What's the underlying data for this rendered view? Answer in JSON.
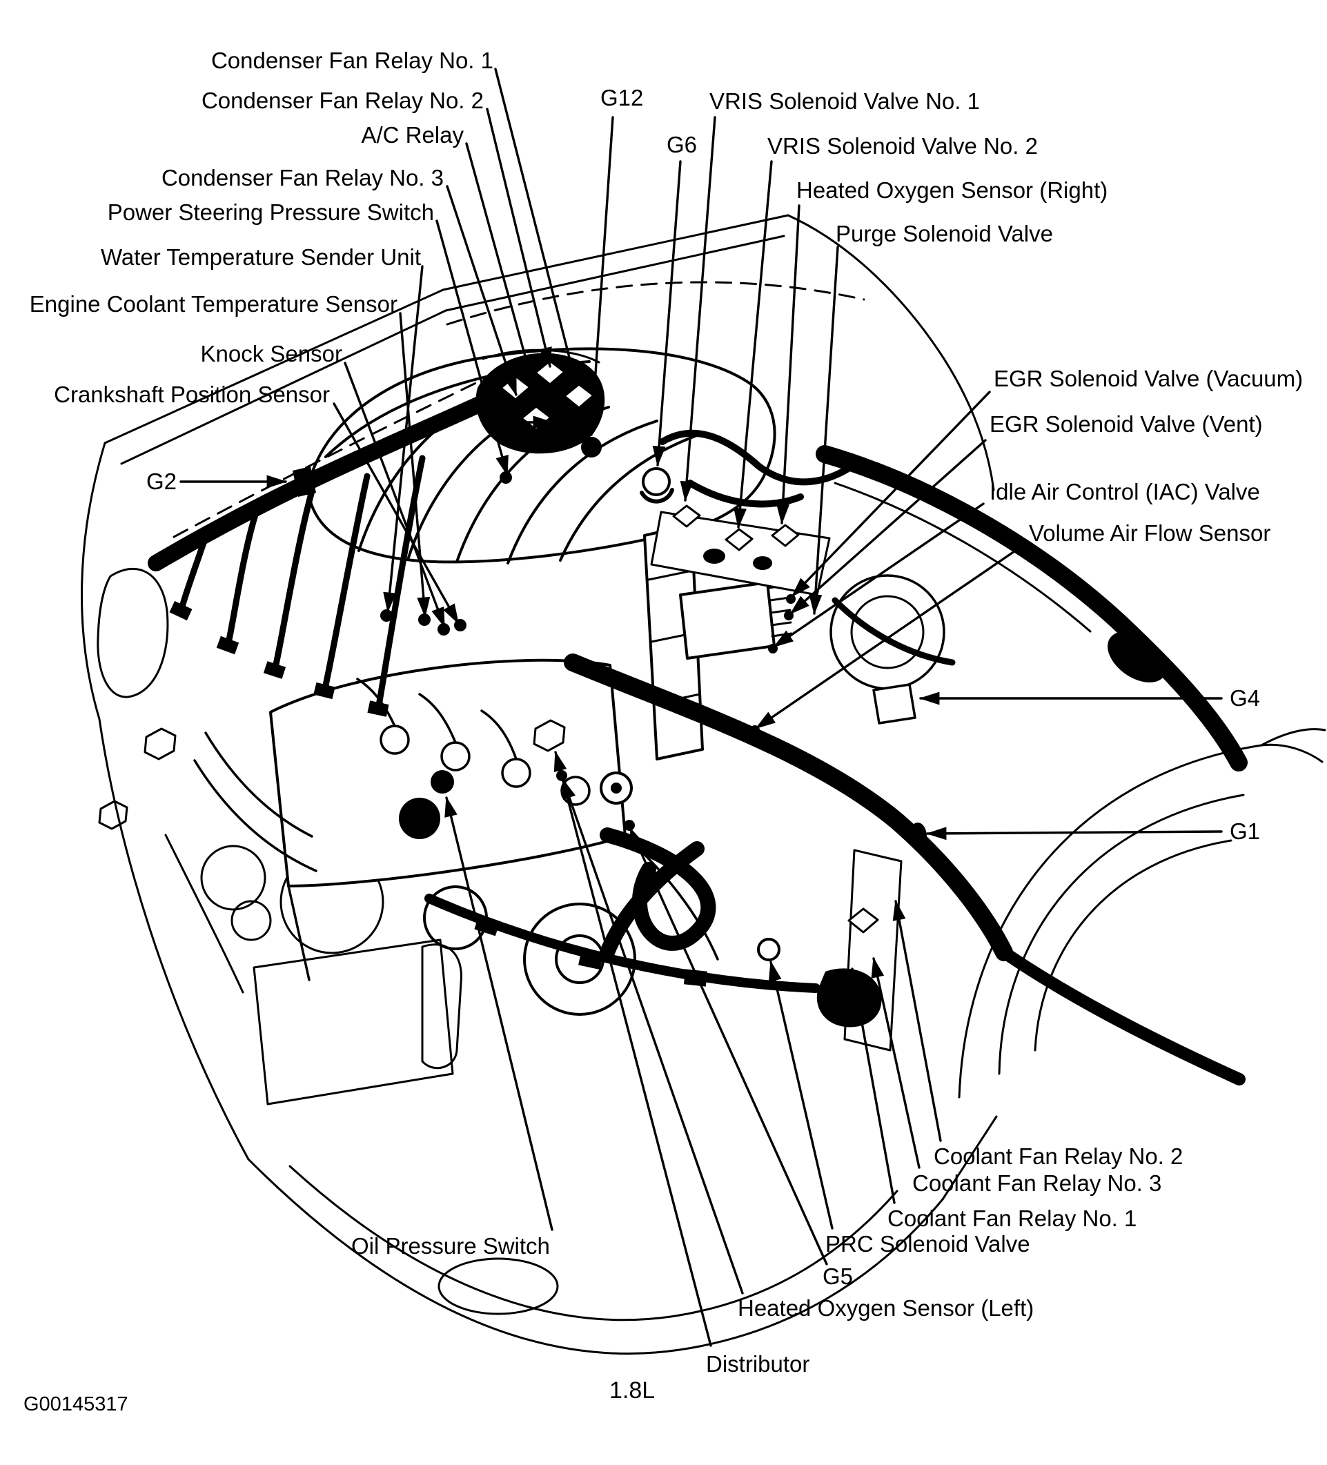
{
  "figure": {
    "engine_variant": "1.8L",
    "figure_code": "G00145317",
    "ink_color": "#000000",
    "background_color": "#ffffff",
    "type": "engine-compartment-component-location-diagram"
  },
  "labels": [
    {
      "id": "condenser-fan-relay-no-1",
      "text": "Condenser Fan Relay No. 1"
    },
    {
      "id": "condenser-fan-relay-no-2",
      "text": "Condenser Fan Relay No. 2"
    },
    {
      "id": "ac-relay",
      "text": "A/C Relay"
    },
    {
      "id": "condenser-fan-relay-no-3",
      "text": "Condenser Fan Relay No. 3"
    },
    {
      "id": "power-steering-pressure-switch",
      "text": "Power Steering Pressure Switch"
    },
    {
      "id": "water-temperature-sender-unit",
      "text": "Water Temperature Sender Unit"
    },
    {
      "id": "engine-coolant-temperature-sensor",
      "text": "Engine Coolant Temperature Sensor"
    },
    {
      "id": "knock-sensor",
      "text": "Knock Sensor"
    },
    {
      "id": "crankshaft-position-sensor",
      "text": "Crankshaft Position Sensor"
    },
    {
      "id": "g2",
      "text": "G2"
    },
    {
      "id": "g12",
      "text": "G12"
    },
    {
      "id": "g6",
      "text": "G6"
    },
    {
      "id": "vris-solenoid-valve-no-1",
      "text": "VRIS Solenoid Valve No. 1"
    },
    {
      "id": "vris-solenoid-valve-no-2",
      "text": "VRIS Solenoid Valve No. 2"
    },
    {
      "id": "heated-oxygen-sensor-right",
      "text": "Heated Oxygen Sensor (Right)"
    },
    {
      "id": "purge-solenoid-valve",
      "text": "Purge Solenoid Valve"
    },
    {
      "id": "egr-solenoid-valve-vacuum",
      "text": "EGR Solenoid Valve (Vacuum)"
    },
    {
      "id": "egr-solenoid-valve-vent",
      "text": "EGR Solenoid Valve (Vent)"
    },
    {
      "id": "idle-air-control-iac-valve",
      "text": "Idle Air Control (IAC) Valve"
    },
    {
      "id": "volume-air-flow-sensor",
      "text": "Volume Air Flow Sensor"
    },
    {
      "id": "g4",
      "text": "G4"
    },
    {
      "id": "g1",
      "text": "G1"
    },
    {
      "id": "coolant-fan-relay-no-2",
      "text": "Coolant Fan Relay No. 2"
    },
    {
      "id": "coolant-fan-relay-no-3",
      "text": "Coolant Fan Relay No. 3"
    },
    {
      "id": "coolant-fan-relay-no-1",
      "text": "Coolant Fan Relay No. 1"
    },
    {
      "id": "prc-solenoid-valve",
      "text": "PRC Solenoid Valve"
    },
    {
      "id": "g5",
      "text": "G5"
    },
    {
      "id": "heated-oxygen-sensor-left",
      "text": "Heated Oxygen Sensor (Left)"
    },
    {
      "id": "distributor",
      "text": "Distributor"
    },
    {
      "id": "oil-pressure-switch",
      "text": "Oil Pressure Switch"
    }
  ]
}
